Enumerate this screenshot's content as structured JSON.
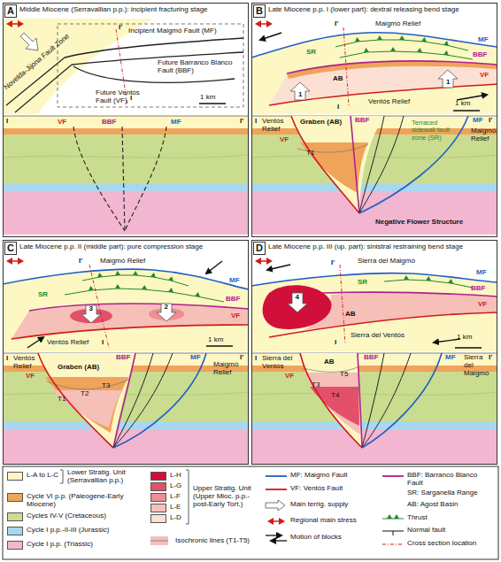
{
  "diagram": {
    "nodes": [
      {
        "text": [
          "A",
          "Middle Miocene (Serravallian p.p.): incipient fracturing stage"
        ]
      },
      {
        "text": [
          "B",
          "Late Miocene p.p. I (lower part): dextral releasing bend stage"
        ]
      },
      {
        "text": [
          "C",
          "Late Miocene p.p. II (middle part): pure compression stage"
        ]
      },
      {
        "text": [
          "D",
          "Late Miocene p.p. III (up. part): sinistral restraining bend stage"
        ]
      }
    ],
    "labels": [
      "Incipient Maigmó Fault (MF)",
      "Future Barranco Blanco Fault (BBF)",
      "Future Ventós Fault (VF)",
      "Novelda-Jijona Fault Zone",
      "1 km",
      "I",
      "I'",
      "I",
      "I'",
      "VF",
      "BBF",
      "MF",
      "Maigmó Relief",
      "MF",
      "SR",
      "BBF",
      "AB",
      "VF",
      "1",
      "1",
      "Ventós Relief",
      "1 km",
      "I'",
      "I",
      "I",
      "Ventós Relief",
      "VF",
      "Graben (AB)",
      "BBF",
      "Terraced sidewall fault zone (SR)",
      "MF",
      "Maigmó Relief",
      "I'",
      "T1",
      "Negative Flower Structure",
      "Maigmó Relief",
      "I'",
      "MF",
      "SR",
      "3",
      "2",
      "BBF",
      "VF",
      "Ventós Relief",
      "1 km",
      "I",
      "I",
      "Ventós Relief",
      "BBF",
      "MF",
      "Maigmó Relief",
      "I'",
      "VF",
      "Graben (AB)",
      "T1",
      "T2",
      "T3",
      "Sierra del Maigmó",
      "I'",
      "SR",
      "MF",
      "BBF",
      "VF",
      "4",
      "AB",
      "Sierra del Ventós",
      "1 km",
      "I",
      "I",
      "Sierra del Ventós",
      "BBF",
      "MF",
      "Sierra del Maigmó",
      "I'",
      "VF",
      "AB",
      "T3",
      "T4",
      "T5",
      "Lower Stratig. Unit (Serravallian p.p.)",
      "Upper Stratig. Unit (Upper Mioc. p.p.-post-Early Tort.)",
      "SR: Sarganella Range",
      "AB: Agost Basin"
    ],
    "legend": [
      {
        "text": "L-A to L-C",
        "color": "#fdf7c3"
      },
      {
        "text": "Cycle VI p.p. (Paleogene-Early Miocene)",
        "color": "#f0a35a"
      },
      {
        "text": "Cycles IV-V (Cretaceous)",
        "color": "#c9dc8f"
      },
      {
        "text": "Cycle I p.p.-II-III (Jurassic)",
        "color": "#a9d7ef"
      },
      {
        "text": "Cycle I p.p. (Triassic)",
        "color": "#f2b6d0"
      },
      {
        "text": "L-H",
        "color": "#d0103a"
      },
      {
        "text": "L-G",
        "color": "#e2506a"
      },
      {
        "text": "L-F",
        "color": "#ee8d93"
      },
      {
        "text": "L-E",
        "color": "#f6bfb8"
      },
      {
        "text": "L-D",
        "color": "#fde0d4"
      },
      {
        "text": "Isochronic lines (T1-T5)"
      },
      {
        "text": "MF: Maigmó Fault"
      },
      {
        "text": "VF: Ventós Fault"
      },
      {
        "text": "Main terrig. supply"
      },
      {
        "text": "Regional main stress"
      },
      {
        "text": "Motion of blocks"
      },
      {
        "text": "BBF: Barranco Blanco Fault"
      },
      {
        "text": "Thrust"
      },
      {
        "text": "Normal fault"
      },
      {
        "text": "Cross section location"
      }
    ]
  }
}
